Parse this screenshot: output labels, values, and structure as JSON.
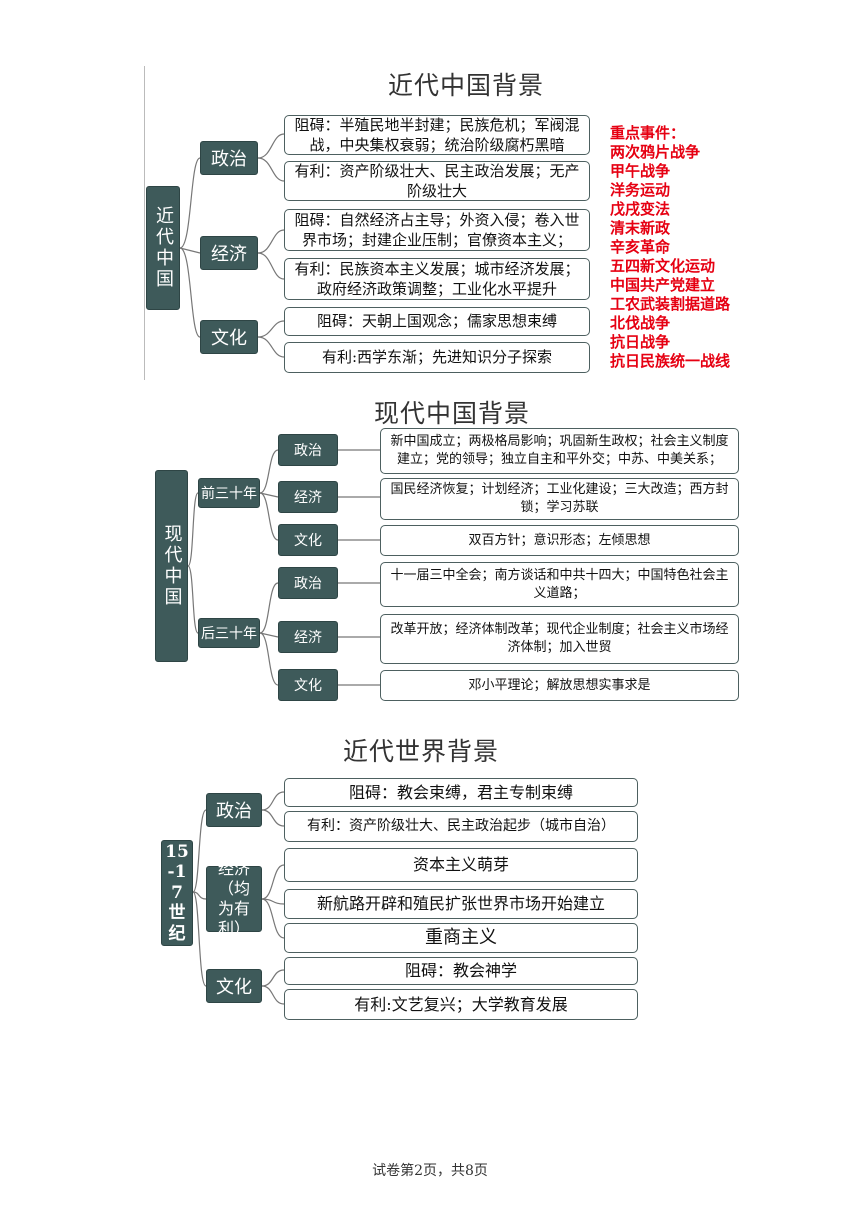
{
  "modern_early": {
    "title": "近代中国背景",
    "root": "近代中国",
    "politics": {
      "label": "政治",
      "obstacle": "阻碍：半殖民地半封建；民族危机；军阀混战，中央集权衰弱；统治阶级腐朽黑暗",
      "favorable": "有利：资产阶级壮大、民主政治发展；无产阶级壮大"
    },
    "economy": {
      "label": "经济",
      "obstacle": "阻碍：自然经济占主导；外资入侵；卷入世界市场；封建企业压制；官僚资本主义；",
      "favorable": "有利：民族资本主义发展；城市经济发展；政府经济政策调整；工业化水平提升"
    },
    "culture": {
      "label": "文化",
      "obstacle": "阻碍：天朝上国观念；儒家思想束缚",
      "favorable": "有利:西学东渐；先进知识分子探索"
    },
    "events": [
      "重点事件：",
      "两次鸦片战争",
      "甲午战争",
      "洋务运动",
      "戊戌变法",
      "清末新政",
      "辛亥革命",
      "五四新文化运动",
      "中国共产党建立",
      "工农武装割据道路",
      "北伐战争",
      "抗日战争",
      "抗日民族统一战线"
    ]
  },
  "contemporary": {
    "title": "现代中国背景",
    "root": "现代中国",
    "first30": {
      "label": "前三十年",
      "politics": {
        "label": "政治",
        "text": "新中国成立；两极格局影响；巩固新生政权；社会主义制度建立；党的领导；独立自主和平外交；中苏、中美关系；"
      },
      "economy": {
        "label": "经济",
        "text": "国民经济恢复；计划经济；工业化建设；三大改造；西方封锁；学习苏联"
      },
      "culture": {
        "label": "文化",
        "text": "双百方针；意识形态；左倾思想"
      }
    },
    "last30": {
      "label": "后三十年",
      "politics": {
        "label": "政治",
        "text": "十一届三中全会；南方谈话和中共十四大；中国特色社会主义道路；"
      },
      "economy": {
        "label": "经济",
        "text": "改革开放；经济体制改革；现代企业制度；社会主义市场经济体制；加入世贸"
      },
      "culture": {
        "label": "文化",
        "text": "邓小平理论；解放思想实事求是"
      }
    }
  },
  "world": {
    "title": "近代世界背景",
    "root": "15-17世纪",
    "politics": {
      "label": "政治",
      "obstacle": "阻碍：教会束缚，君主专制束缚",
      "favorable": "有利：资产阶级壮大、民主政治起步（城市自治）"
    },
    "economy": {
      "label": "经济（均为有利）",
      "items": [
        "资本主义萌芽",
        "新航路开辟和殖民扩张世界市场开始建立",
        "重商主义"
      ]
    },
    "culture": {
      "label": "文化",
      "obstacle": "阻碍：教会神学",
      "favorable": "有利:文艺复兴；大学教育发展"
    }
  },
  "footer": "试卷第2页，共8页"
}
